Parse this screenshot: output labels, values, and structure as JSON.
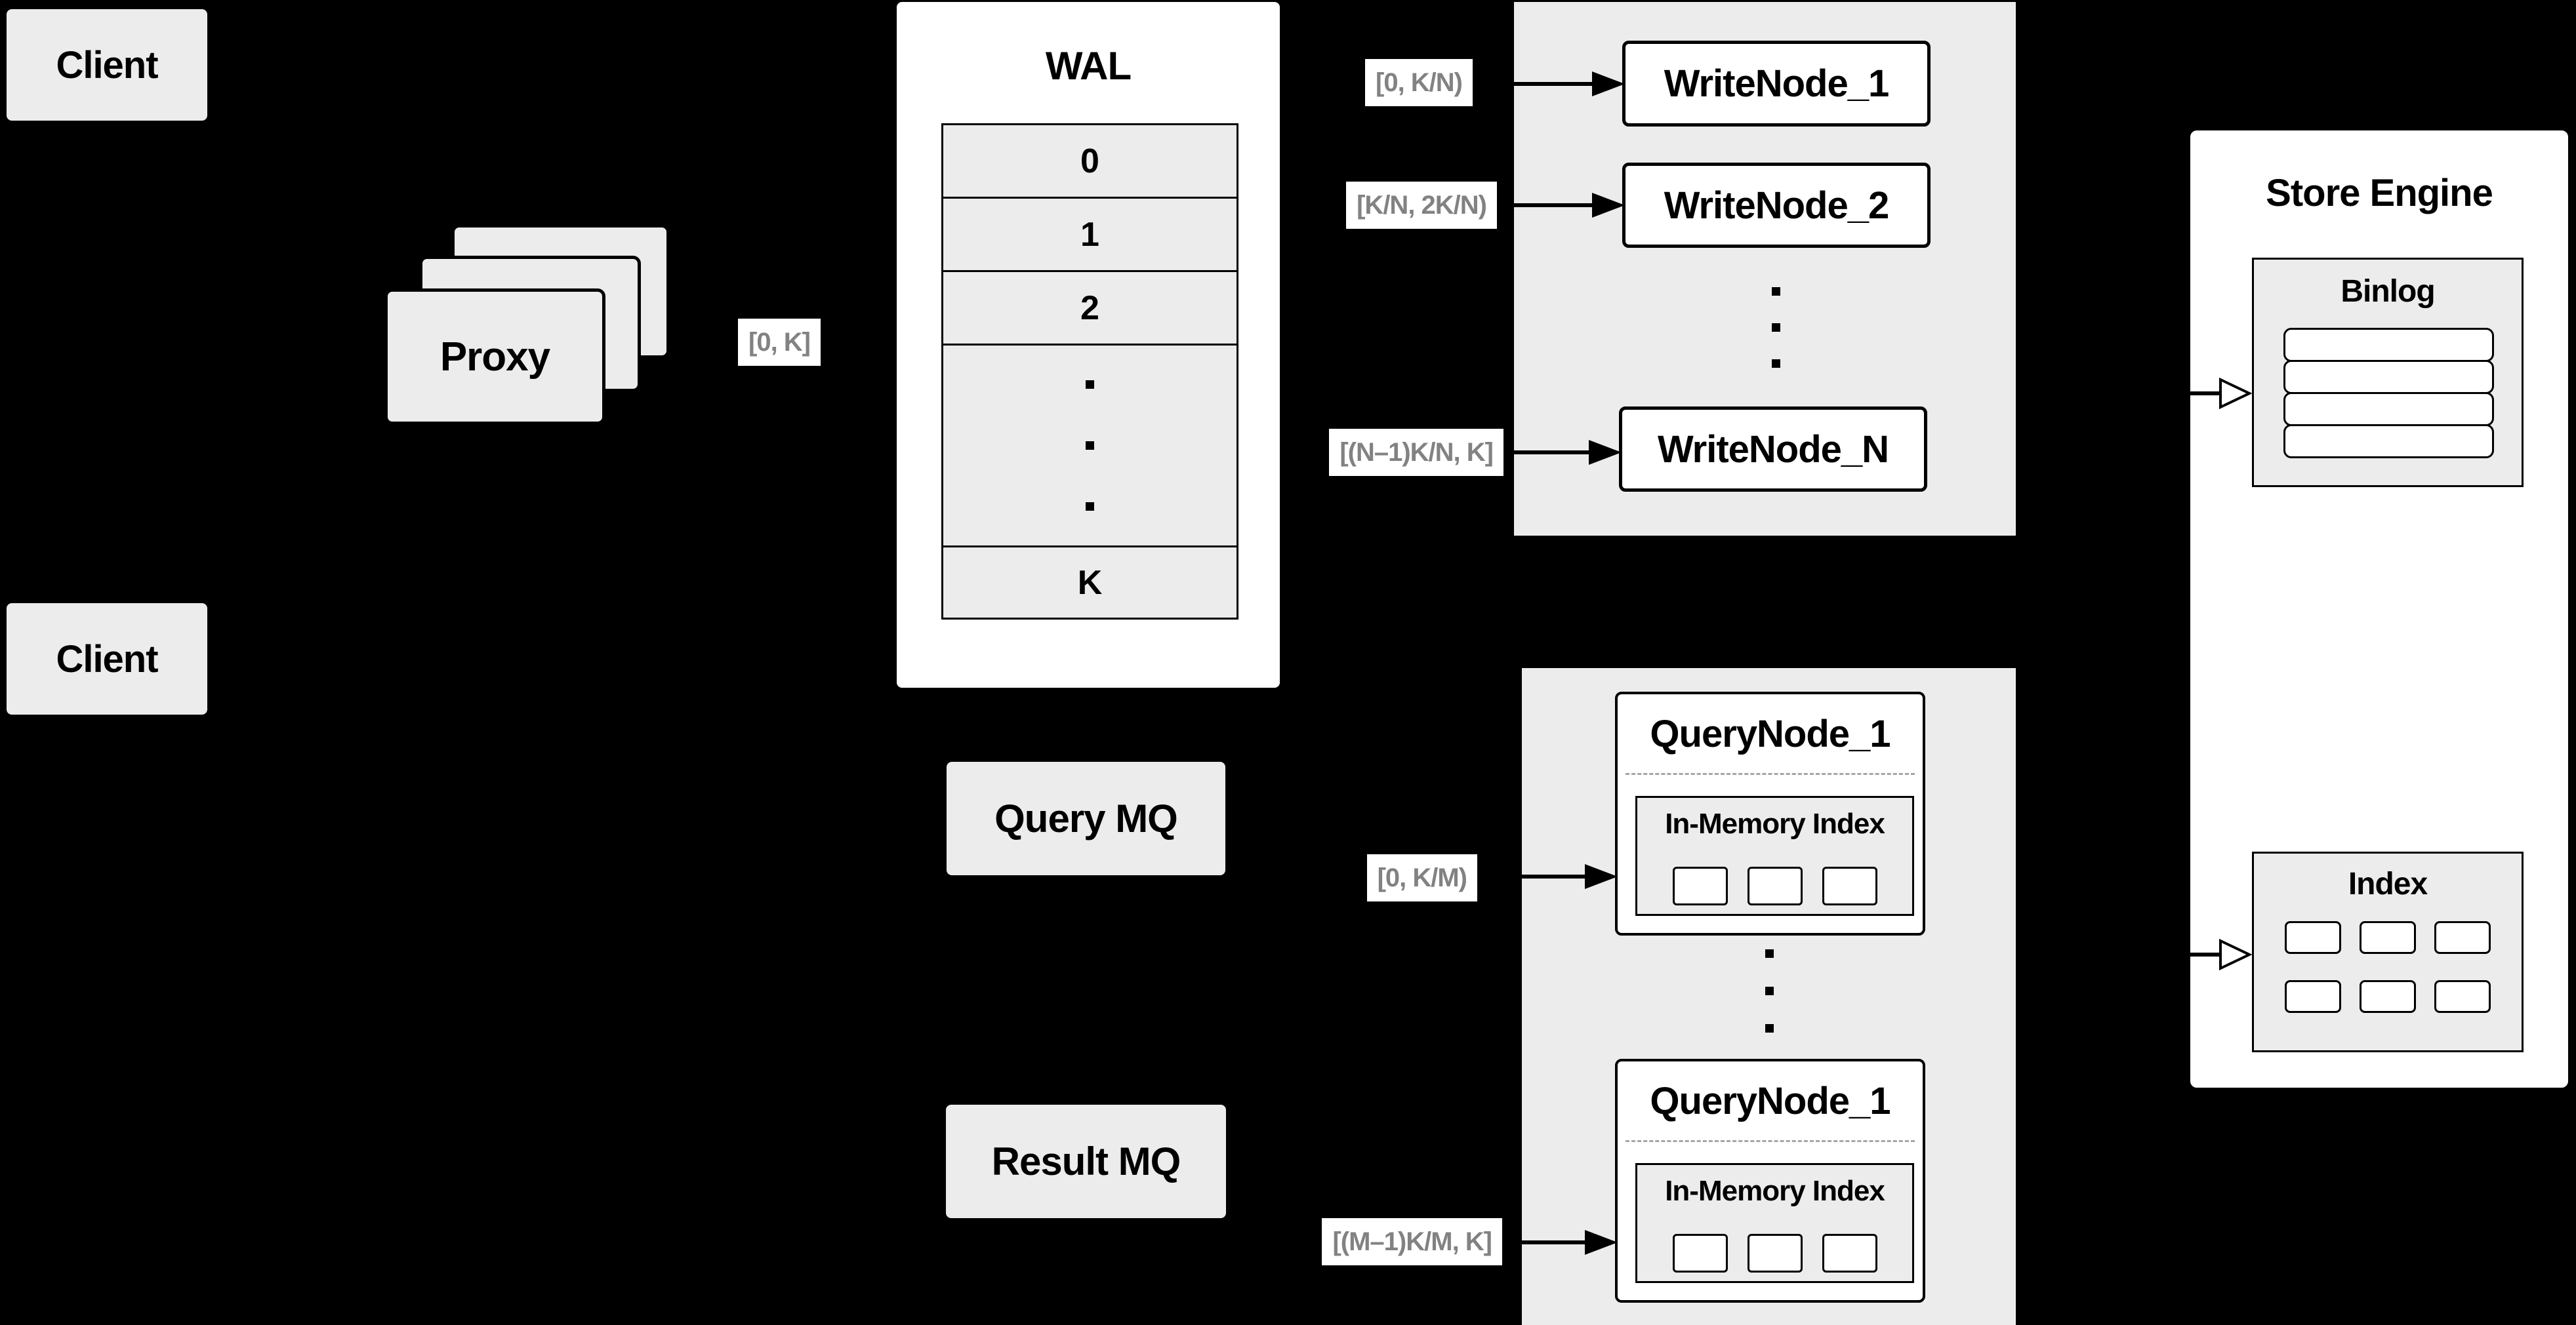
{
  "client_top": "Client",
  "client_bottom": "Client",
  "proxy_label": "Proxy",
  "wal": {
    "title": "WAL",
    "rows": [
      "0",
      "1",
      "2",
      "K"
    ]
  },
  "labels": {
    "proxy_range": "[0, K]",
    "wn1": "[0,  K/N)",
    "wn2": "[K/N, 2K/N)",
    "wnN": "[(N–1)K/N,  K]",
    "qn1": "[0, K/M)",
    "qnM": "[(M–1)K/M, K]"
  },
  "write_nodes": {
    "n1": "WriteNode_1",
    "n2": "WriteNode_2",
    "nN": "WriteNode_N"
  },
  "mq": {
    "query": "Query MQ",
    "result": "Result MQ"
  },
  "query_nodes": {
    "top": {
      "title": "QueryNode_1",
      "inmem": "In-Memory Index"
    },
    "bottom": {
      "title": "QueryNode_1",
      "inmem": "In-Memory Index"
    }
  },
  "store": {
    "title": "Store Engine",
    "binlog": "Binlog",
    "index": "Index"
  },
  "colors": {
    "background": "#000000",
    "panel_gray": "#ececec",
    "node_white": "#ffffff",
    "line_black": "#000000",
    "label_gray": "#828282"
  }
}
